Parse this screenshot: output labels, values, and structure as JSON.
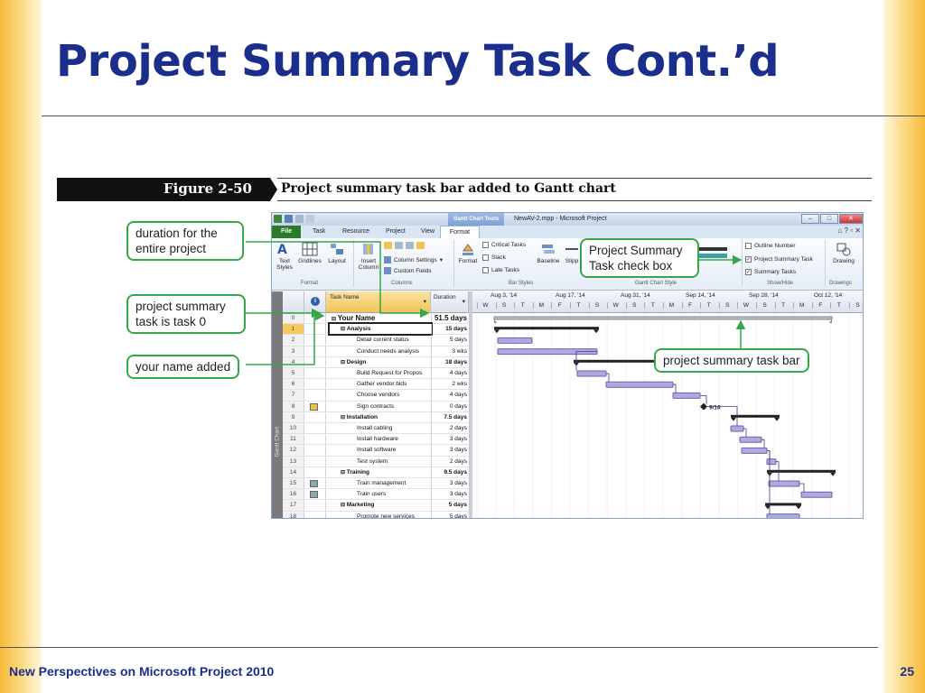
{
  "slide": {
    "title": "Project Summary Task Cont.’d",
    "footer": "New Perspectives on Microsoft Project 2010",
    "page_number": "25"
  },
  "figure": {
    "number": "Figure 2-50",
    "caption": "Project summary task bar added to Gantt chart"
  },
  "window": {
    "title": "NewAV-2.mpp - Microsoft Project",
    "tools_tab": "Gantt Chart Tools",
    "tabs": [
      "File",
      "Task",
      "Resource",
      "Project",
      "View",
      "Format"
    ],
    "ribbon": {
      "text_styles": "Text Styles",
      "gridlines": "Gridlines",
      "layout": "Layout",
      "insert_column": "Insert Column",
      "column_settings": "Column Settings",
      "custom_fields": "Custom Fields",
      "format": "Format",
      "critical_tasks": "Critical Tasks",
      "slack": "Slack",
      "late_tasks": "Late Tasks",
      "baseline": "Baseline",
      "slippage": "Slipp",
      "outline_number": "Outline Number",
      "project_summary_task": "Project Summary Task",
      "summary_tasks": "Summary Tasks",
      "drawing": "Drawing",
      "groups": {
        "format": "Format",
        "columns": "Columns",
        "bar_styles": "Bar Styles",
        "gantt_chart_style": "Gantt Chart Style",
        "show_hide": "Show/Hide",
        "drawings": "Drawings"
      }
    },
    "table": {
      "col_task_name": "Task Name",
      "col_duration": "Duration",
      "sidebar_label": "Gantt Chart",
      "rows": [
        {
          "id": "0",
          "name": "Your Name",
          "duration": "51.5 days",
          "level": 0,
          "summary": true
        },
        {
          "id": "1",
          "name": "Analysis",
          "duration": "15 days",
          "level": 1,
          "summary": true
        },
        {
          "id": "2",
          "name": "Detail current status",
          "duration": "5 days",
          "level": 2,
          "summary": false
        },
        {
          "id": "3",
          "name": "Conduct needs analysis",
          "duration": "3 wks",
          "level": 2,
          "summary": false
        },
        {
          "id": "4",
          "name": "Design",
          "duration": "18 days",
          "level": 1,
          "summary": true
        },
        {
          "id": "5",
          "name": "Build Request for Propos",
          "duration": "4 days",
          "level": 2,
          "summary": false
        },
        {
          "id": "6",
          "name": "Gather vendor bids",
          "duration": "2 wks",
          "level": 2,
          "summary": false
        },
        {
          "id": "7",
          "name": "Choose vendors",
          "duration": "4 days",
          "level": 2,
          "summary": false
        },
        {
          "id": "8",
          "name": "Sign contracts",
          "duration": "0 days",
          "level": 2,
          "summary": false
        },
        {
          "id": "9",
          "name": "Installation",
          "duration": "7.5 days",
          "level": 1,
          "summary": true
        },
        {
          "id": "10",
          "name": "Install cabling",
          "duration": "2 days",
          "level": 2,
          "summary": false
        },
        {
          "id": "11",
          "name": "Install hardware",
          "duration": "3 days",
          "level": 2,
          "summary": false
        },
        {
          "id": "12",
          "name": "Install software",
          "duration": "3 days",
          "level": 2,
          "summary": false
        },
        {
          "id": "13",
          "name": "Test system",
          "duration": "2 days",
          "level": 2,
          "summary": false
        },
        {
          "id": "14",
          "name": "Training",
          "duration": "9.5 days",
          "level": 1,
          "summary": true
        },
        {
          "id": "15",
          "name": "Train management",
          "duration": "3 days",
          "level": 2,
          "summary": false
        },
        {
          "id": "16",
          "name": "Train users",
          "duration": "3 days",
          "level": 2,
          "summary": false
        },
        {
          "id": "17",
          "name": "Marketing",
          "duration": "5 days",
          "level": 1,
          "summary": true
        },
        {
          "id": "18",
          "name": "Promote new services",
          "duration": "5 days",
          "level": 2,
          "summary": false
        }
      ]
    },
    "gantt": {
      "weeks": [
        "Aug 3, '14",
        "Aug 17, '14",
        "Aug 31, '14",
        "Sep 14, '14",
        "Sep 28, '14",
        "Oct 12, '14"
      ],
      "days": [
        "W",
        "S",
        "T",
        "M",
        "F",
        "T",
        "S",
        "W",
        "S",
        "T",
        "M",
        "F",
        "T",
        "S",
        "W",
        "S",
        "T",
        "M",
        "F",
        "T",
        "S"
      ],
      "milestone_label": "9/16"
    }
  },
  "callouts": {
    "duration": "duration for the entire project",
    "task0": "project summary task is task 0",
    "name_added": "your name added",
    "check_box": "Project Summary Task check box",
    "summary_bar": "project summary task bar"
  }
}
